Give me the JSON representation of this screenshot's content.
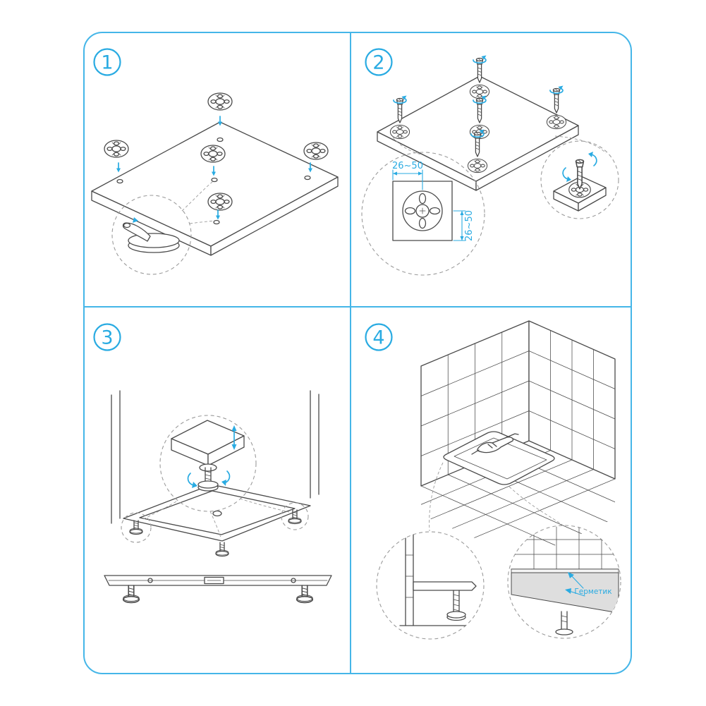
{
  "diagram": {
    "accent_color": "#29abe2",
    "frame_color": "#45b6e8",
    "line_color": "#4a4a4a",
    "background_color": "#ffffff"
  },
  "panels": [
    {
      "number": "1"
    },
    {
      "number": "2",
      "dimension_horizontal": "26~50",
      "dimension_vertical": "26~50"
    },
    {
      "number": "3"
    },
    {
      "number": "4",
      "sealant_label": "Герметик"
    }
  ]
}
